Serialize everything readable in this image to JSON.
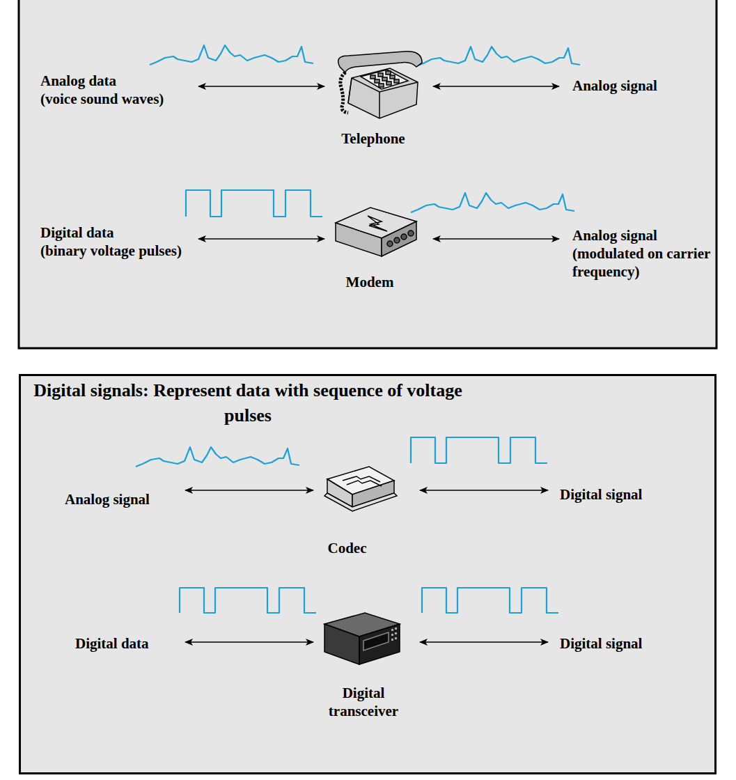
{
  "diagram": {
    "nodes": [
      {
        "text": [
          "Telephone"
        ]
      },
      {
        "text": [
          "Modem"
        ]
      },
      {
        "text": [
          "Digital signals: Represent data with sequence of voltage pulses"
        ]
      },
      {
        "text": [
          "Codec"
        ],
        "in": 2
      },
      {
        "text": [
          "Digital transceiver"
        ],
        "in": 2
      }
    ],
    "labels": [
      "Analog data (voice sound waves)",
      "Analog signal",
      "Digital data (binary voltage pulses)",
      "Analog signal (modulated on carrier frequency)",
      "Analog signal",
      "Digital signal",
      "Digital data",
      "Digital signal"
    ]
  }
}
